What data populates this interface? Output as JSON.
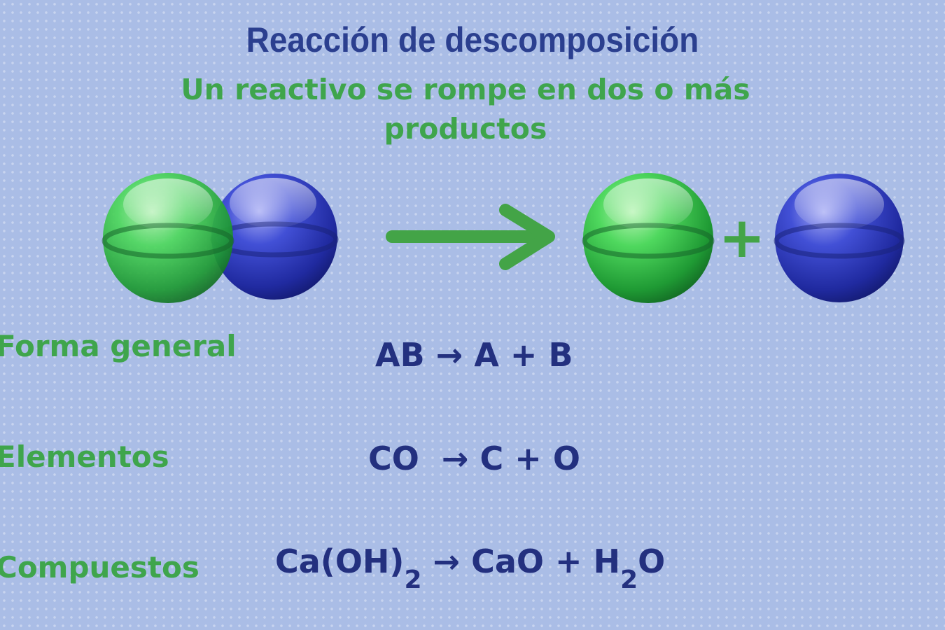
{
  "title": "Reacción de descomposición",
  "subtitle": "Un reactivo se rompe en dos o más productos",
  "diagram": {
    "plus_sign": "+",
    "colors": {
      "green": "#3ccf55",
      "blue": "#3340c9",
      "arrow": "#43a447"
    }
  },
  "rows": [
    {
      "label": "Forma general",
      "equation": {
        "reactant": "AB",
        "arrow": "→",
        "product_1": "A",
        "plus": "+",
        "product_2": "B"
      }
    },
    {
      "label": "Elementos",
      "equation": {
        "reactant": "CO",
        "arrow": "→",
        "product_1": "C",
        "plus": "+",
        "product_2": "O"
      }
    },
    {
      "label": "Compuestos",
      "equation": {
        "reactant": "Ca(OH)",
        "reactant_sub": "2",
        "arrow": "→",
        "product_1": "CaO",
        "plus": "+",
        "product_2": "H",
        "product_2_sub": "2",
        "product_2_end": "O"
      }
    }
  ]
}
